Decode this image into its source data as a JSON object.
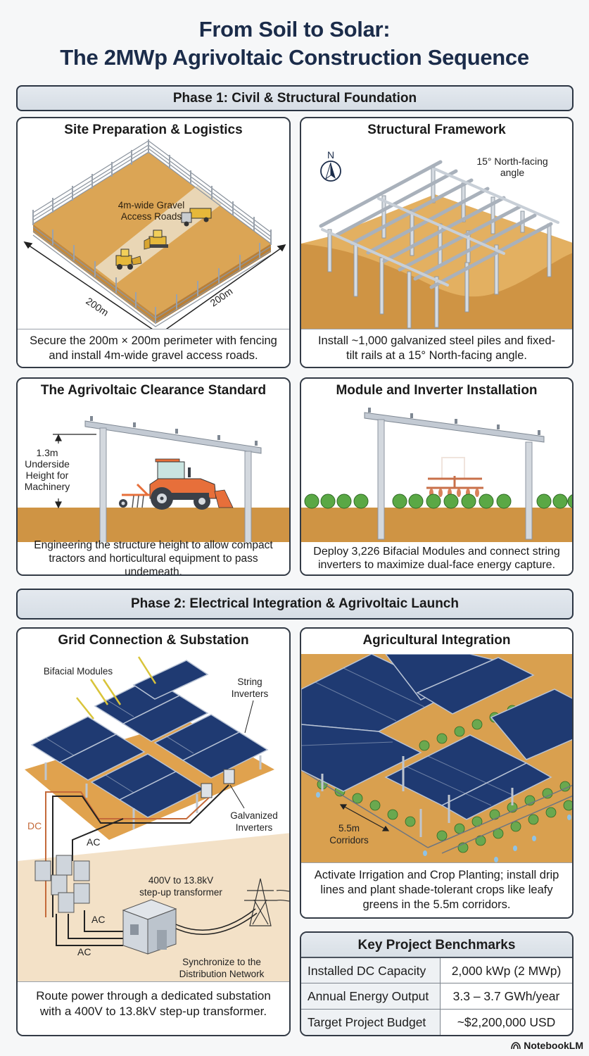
{
  "header": {
    "title_line1": "From Soil to Solar:",
    "title_line2": "The 2MWp Agrivoltaic Construction Sequence"
  },
  "phases": [
    {
      "label": "Phase 1: Civil & Structural Foundation"
    },
    {
      "label": "Phase 2: Electrical Integration & Agrivoltaic Launch"
    }
  ],
  "cards": {
    "site_prep": {
      "title": "Site Preparation & Logistics",
      "annotation_road_line1": "4m-wide Gravel",
      "annotation_road_line2": "Access Roads",
      "dim_left": "200m",
      "dim_right": "200m",
      "caption_line1": "Secure the 200m × 200m perimeter with fencing",
      "caption_line2": "and install 4m-wide gravel access roads."
    },
    "structural": {
      "title": "Structural Framework",
      "compass_label": "N",
      "annotation_line1": "15° North-facing",
      "annotation_line2": "angle",
      "caption_line1": "Install ~1,000 galvanized steel piles and fixed-",
      "caption_line2": "tilt rails at a 15° North-facing angle."
    },
    "clearance": {
      "title": "The Agrivoltaic Clearance Standard",
      "annotation_line1": "1.3m",
      "annotation_line2": "Underside",
      "annotation_line3": "Height for",
      "annotation_line4": "Machinery",
      "caption_line1": "Engineering the structure height to allow compact",
      "caption_line2": "tractors and horticultural equipment to pass undemeath."
    },
    "module_inverter": {
      "title": "Module and Inverter Installation",
      "caption_line1": "Deploy 3,226 Bifacial Modules and connect string",
      "caption_line2": "inverters to maximize dual-face energy capture."
    },
    "grid": {
      "title": "Grid Connection & Substation",
      "label_bifacial": "Bifacial Modules",
      "label_string_line1": "String",
      "label_string_line2": "Inverters",
      "label_galv_line1": "Galvanized",
      "label_galv_line2": "Inverters",
      "label_dc": "DC",
      "label_ac_top": "AC",
      "label_ac_mid": "AC",
      "label_ac_bottom": "AC",
      "label_transformer_line1": "400V to 13.8kV",
      "label_transformer_line2": "step-up transformer",
      "label_sync_line1": "Synchronize to the",
      "label_sync_line2": "Distribution Network",
      "caption_line1": "Route power through a dedicated substation",
      "caption_line2": "with a 400V to 13.8kV step-up transformer."
    },
    "agri": {
      "title": "Agricultural Integration",
      "label_corridor_line1": "5.5m",
      "label_corridor_line2": "Corridors",
      "caption_line1": "Activate Irrigation and Crop Planting; install drip",
      "caption_line2": "lines and plant shade-tolerant crops like leafy",
      "caption_line3": "greens in the 5.5m corridors."
    }
  },
  "benchmarks": {
    "title": "Key Project Benchmarks",
    "rows": [
      {
        "label": "Installed DC Capacity",
        "value": "2,000 kWp (2 MWp)"
      },
      {
        "label": "Annual Energy Output",
        "value": "3.3 – 3.7 GWh/year"
      },
      {
        "label": "Target Project Budget",
        "value": "~$2,200,000 USD"
      }
    ]
  },
  "footer": {
    "brand": "NotebookLM"
  },
  "colors": {
    "title_navy": "#1b2c4a",
    "soil": "#d39a48",
    "soil_light": "#e3b061",
    "panel_blue": "#1e3566",
    "steel": "#bfc6cf",
    "tractor_orange": "#e76f3a",
    "crop_green": "#4e9a3a"
  }
}
